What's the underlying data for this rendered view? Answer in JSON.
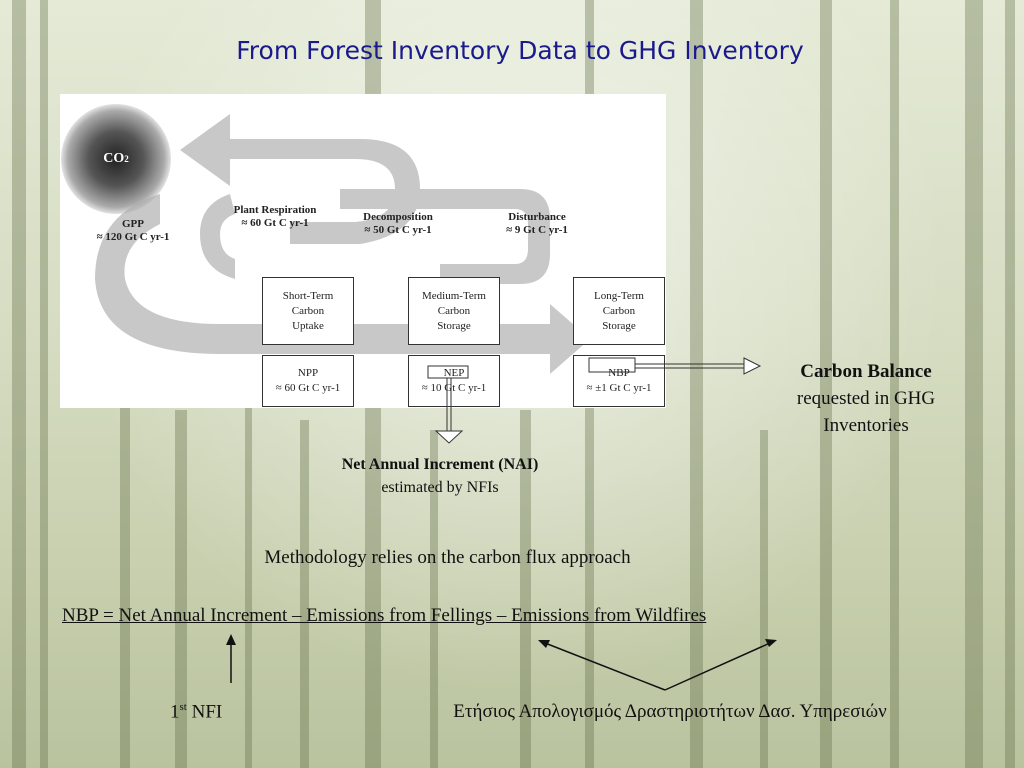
{
  "title": "From Forest Inventory Data to GHG Inventory",
  "diagram": {
    "co2": {
      "main": "CO",
      "sub": "2"
    },
    "fluxes": [
      {
        "name": "GPP",
        "value": "≈ 120 Gt C yr-1"
      },
      {
        "name": "Plant Respiration",
        "value": "≈ 60 Gt C yr-1"
      },
      {
        "name": "Decomposition",
        "value": "≈ 50 Gt C yr-1"
      },
      {
        "name": "Disturbance",
        "value": "≈ 9 Gt C yr-1"
      }
    ],
    "storage_boxes": [
      {
        "line1": "Short-Term",
        "line2": "Carbon",
        "line3": "Uptake"
      },
      {
        "line1": "Medium-Term",
        "line2": "Carbon",
        "line3": "Storage"
      },
      {
        "line1": "Long-Term",
        "line2": "Carbon",
        "line3": "Storage"
      }
    ],
    "productivity_boxes": [
      {
        "name": "NPP",
        "value": "≈ 60 Gt C yr-1"
      },
      {
        "name": "NEP",
        "value": "≈ 10 Gt C yr-1"
      },
      {
        "name": "NBP",
        "value": "≈ ±1 Gt C yr-1"
      }
    ]
  },
  "carbon_balance": {
    "heading": "Carbon Balance",
    "line1": "requested in GHG",
    "line2": "Inventories"
  },
  "nai": {
    "heading": "Net Annual Increment (NAI)",
    "sub": "estimated by NFIs"
  },
  "methodology": "Methodology relies on the carbon flux approach",
  "formula": "NBP =  Net Annual Increment – Emissions from Fellings – Emissions from Wildfires",
  "nfi": {
    "num": "1",
    "sup": "st",
    "rest": " NFI"
  },
  "greek_note": "Ετήσιος Απολογισμός Δραστηριοτήτων Δασ. Υπηρεσιών"
}
